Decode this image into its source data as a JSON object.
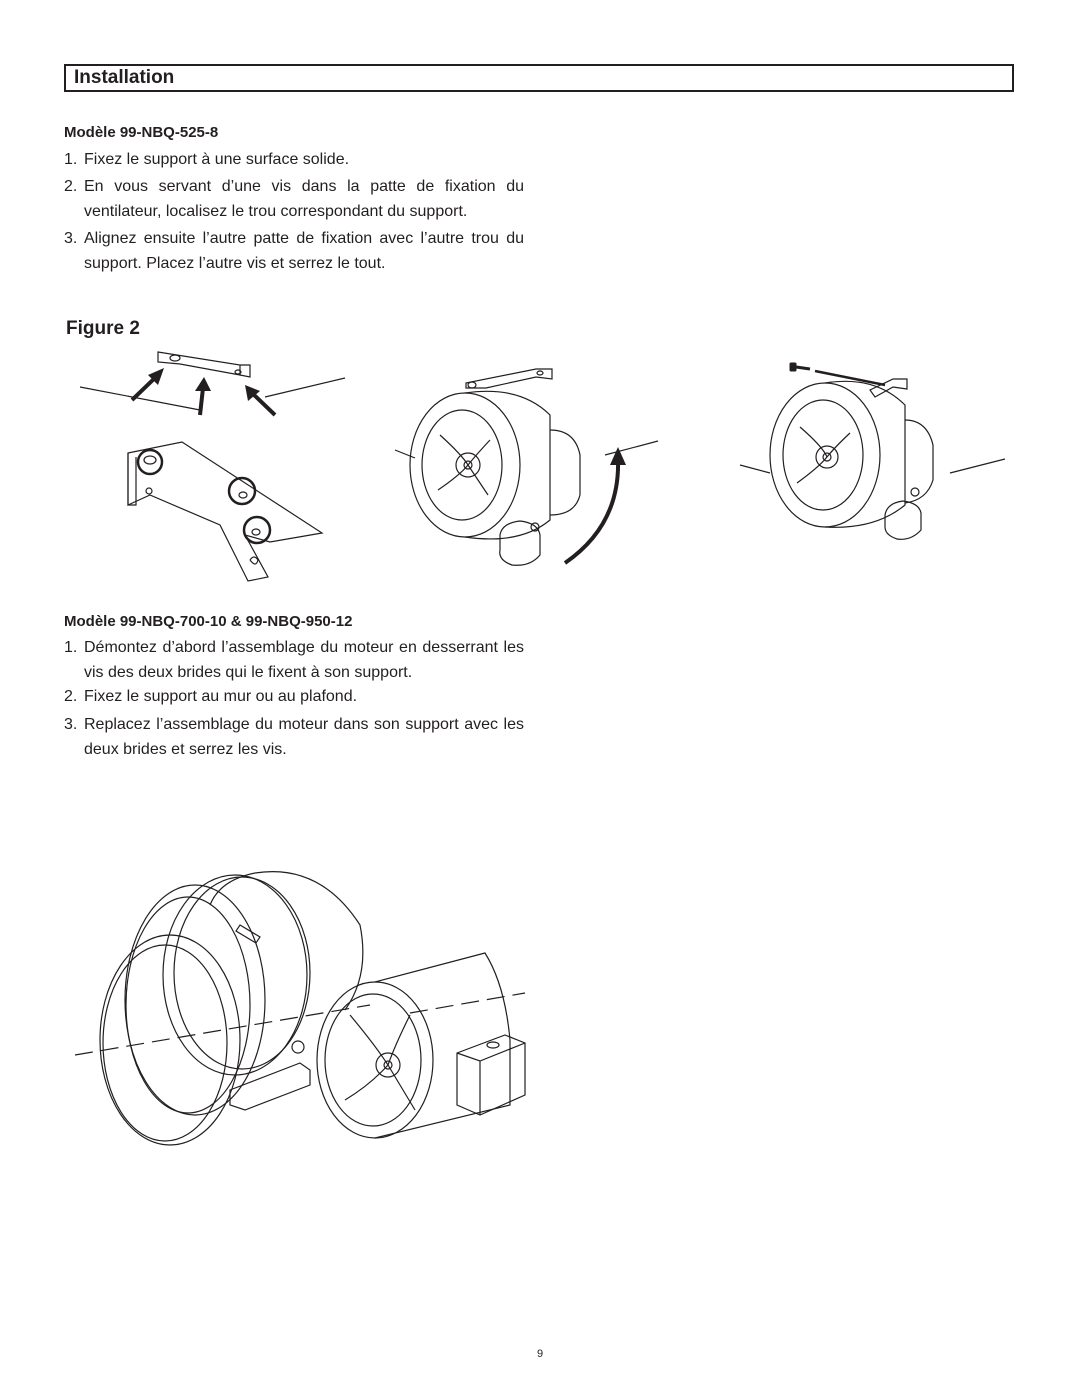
{
  "section": {
    "title": "Installation"
  },
  "model1": {
    "heading": "Modèle 99-NBQ-525-8",
    "steps": [
      {
        "num": "1.",
        "text": "Fixez le support à une surface solide."
      },
      {
        "num": "2.",
        "text": "En vous servant d’une vis dans la patte de fixation du ventilateur, localisez le trou correspondant du support."
      },
      {
        "num": "3.",
        "text": "Alignez ensuite l’autre patte de fixation avec l’autre trou du support. Placez l’autre vis et serrez le tout."
      }
    ]
  },
  "figure": {
    "label": "Figure 2"
  },
  "model2": {
    "heading": "Modèle 99-NBQ-700-10 & 99-NBQ-950-12",
    "steps": [
      {
        "num": "1.",
        "text": "Démontez d’abord l’assemblage du moteur en desserrant les vis des deux brides qui le fixent à son support."
      },
      {
        "num": "2.",
        "text": "Fixez le support au mur ou au plafond."
      },
      {
        "num": "3.",
        "text": "Replacez l’assemblage du moteur dans son support avec les deux brides et serrez les vis."
      }
    ]
  },
  "footer": {
    "page_number": "9"
  }
}
